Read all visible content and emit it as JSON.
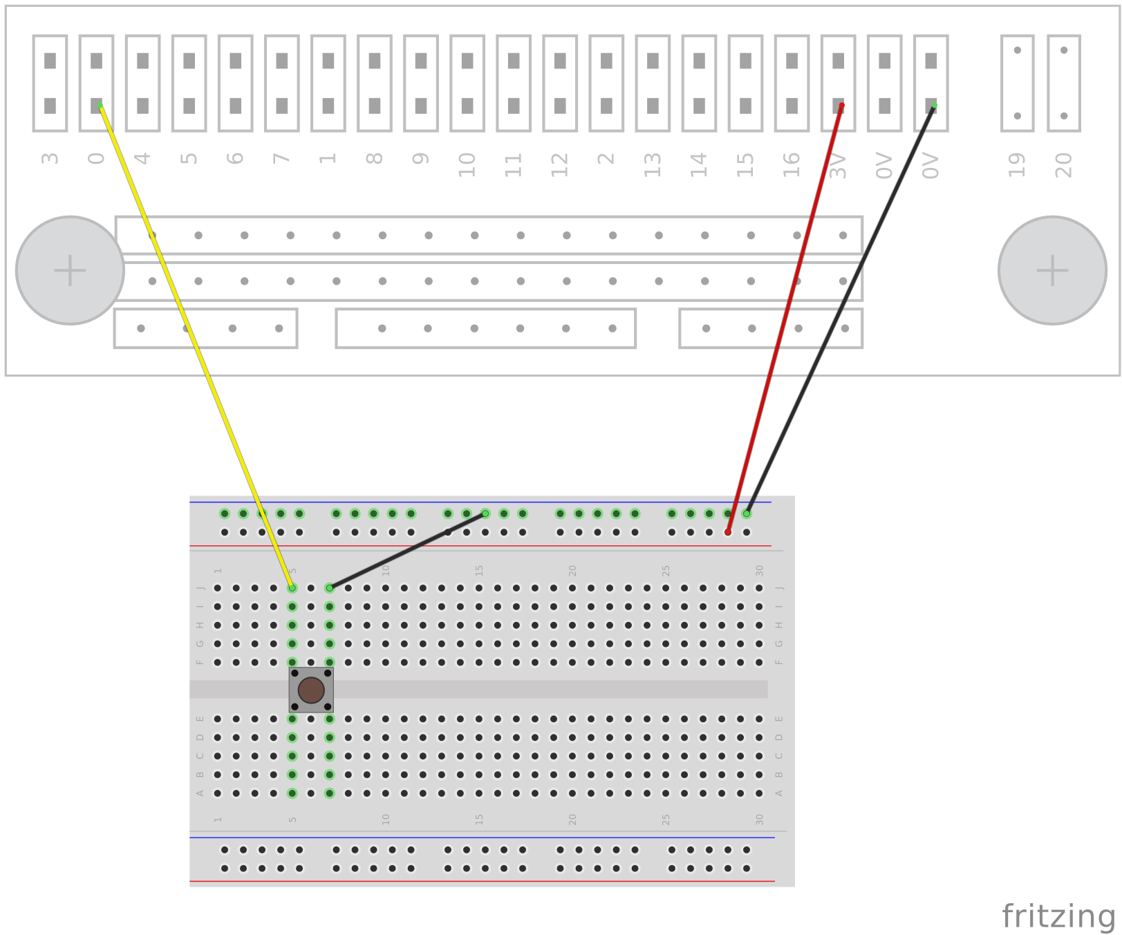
{
  "header_board": {
    "pin_labels": [
      "3",
      "0",
      "4",
      "5",
      "6",
      "7",
      "1",
      "8",
      "9",
      "10",
      "11",
      "12",
      "2",
      "13",
      "14",
      "15",
      "16",
      "3V",
      "0V",
      "0V"
    ],
    "extra_pin_labels": [
      "19",
      "20"
    ],
    "outline_color": "#c0c0c0",
    "pad_color": "#a3a3a3"
  },
  "breadboard": {
    "column_labels": [
      "1",
      "5",
      "10",
      "15",
      "20",
      "25",
      "30"
    ],
    "column_label_values": [
      1,
      5,
      10,
      15,
      20,
      25,
      30
    ],
    "columns": 30,
    "rows_top": [
      "J",
      "I",
      "H",
      "G",
      "F"
    ],
    "rows_bottom": [
      "E",
      "D",
      "C",
      "B",
      "A"
    ],
    "rail_groups": 5,
    "rail_holes_per_group": 5,
    "highlighted_columns": [
      5,
      7
    ],
    "highlighted_top_rail_row": 1,
    "body_color": "#d9d9d9",
    "rail_blue": "#2a2aff",
    "rail_red": "#e8232a"
  },
  "pushbutton": {
    "columns": [
      5,
      7
    ],
    "cap_color": "#6b4c43",
    "body_color": "#9a9a9a"
  },
  "wires": [
    {
      "name": "yellow-wire",
      "color": "#f2ee00",
      "from": {
        "header_pin": 1
      },
      "to": {
        "row": "J",
        "col": 5
      }
    },
    {
      "name": "black-wire-short",
      "color": "#2b2b2b",
      "from": {
        "rail_row": 1,
        "rail_index": 12
      },
      "to": {
        "row": "J",
        "col": 7
      }
    },
    {
      "name": "red-wire",
      "color": "#cc0e0e",
      "from": {
        "header_pin": 17
      },
      "to": {
        "rail_row": 2,
        "rail_index": 23
      }
    },
    {
      "name": "black-wire-long",
      "color": "#2b2b2b",
      "from": {
        "header_pin": 19
      },
      "to": {
        "rail_row": 1,
        "rail_index": 24
      }
    }
  ],
  "logo": {
    "text": "fritzing"
  }
}
